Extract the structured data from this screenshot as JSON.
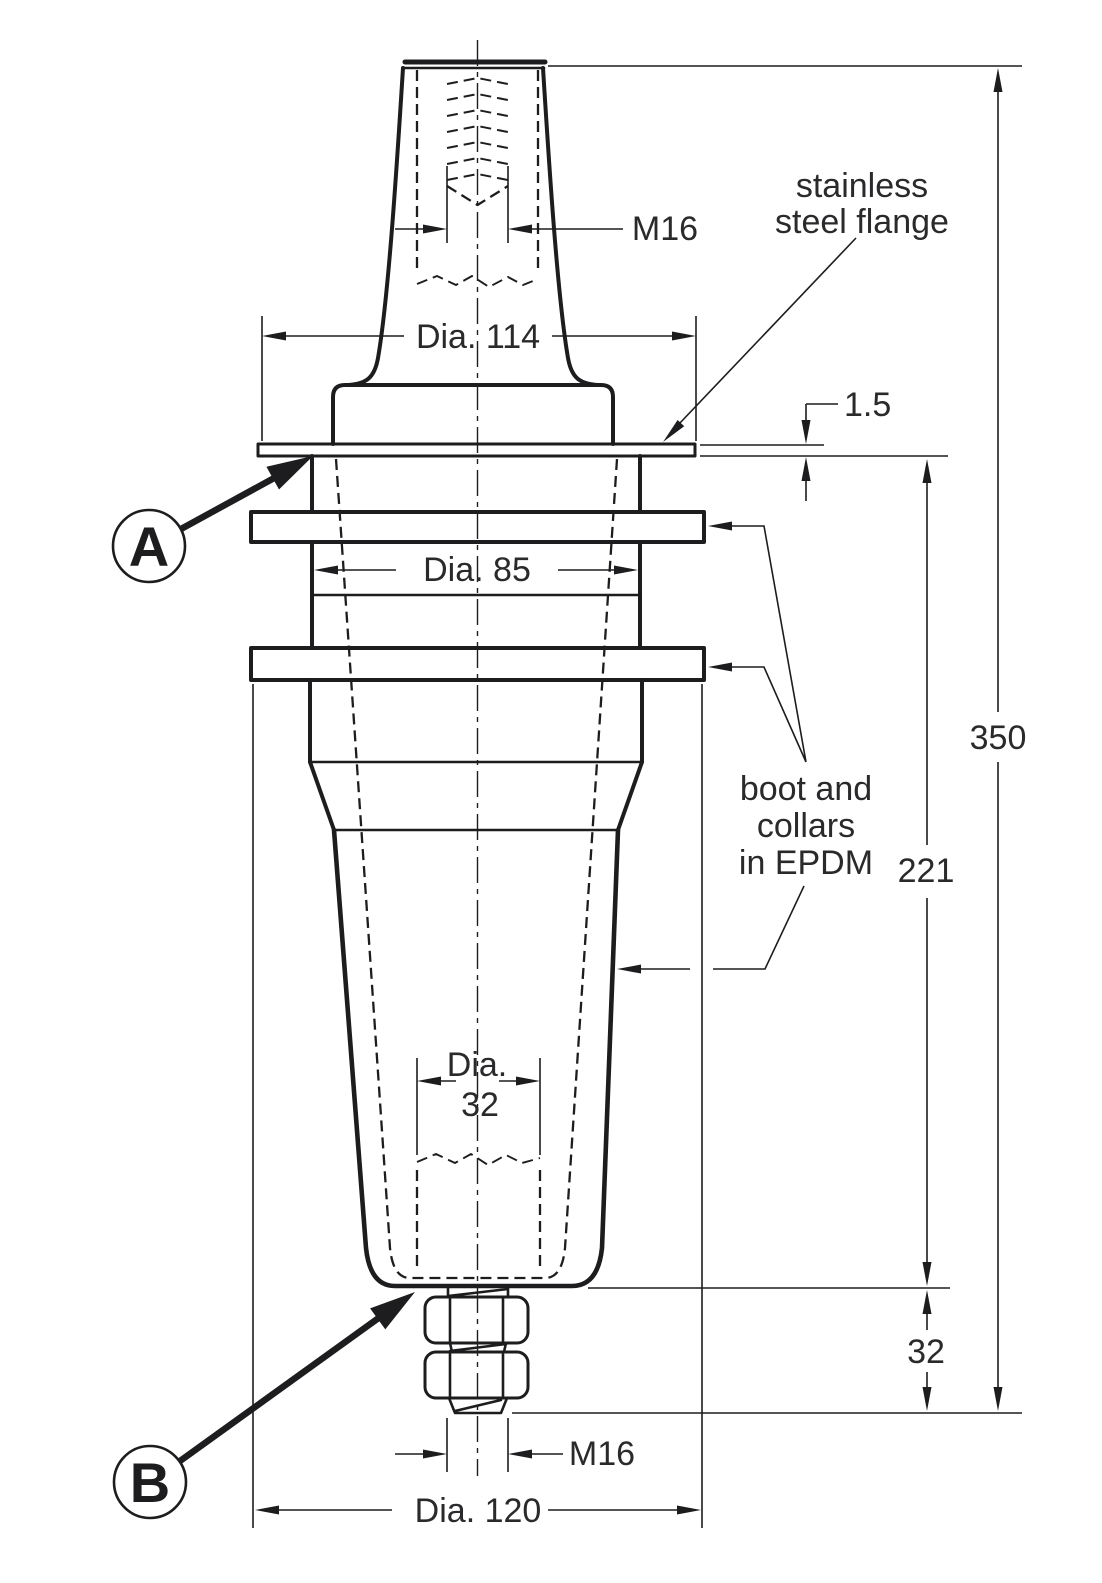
{
  "drawing": {
    "callouts": {
      "a": "A",
      "b": "B"
    },
    "labels": {
      "flange_line1": "stainless",
      "flange_line2": "steel flange",
      "epdm_line1": "boot and",
      "epdm_line2": "collars",
      "epdm_line3": "in EPDM"
    },
    "dimensions": {
      "thread_top": "M16",
      "dia_flange": "Dia. 114",
      "flange_thickness": "1.5",
      "dia_mid": "Dia. 85",
      "overall_height": "350",
      "boot_height": "221",
      "stud_length": "32",
      "dia_insert_word": "Dia.",
      "dia_insert_value": "32",
      "thread_bottom": "M16",
      "dia_collar": "Dia. 120"
    },
    "colors": {
      "line": "#1d1d1f",
      "background": "#ffffff"
    }
  }
}
